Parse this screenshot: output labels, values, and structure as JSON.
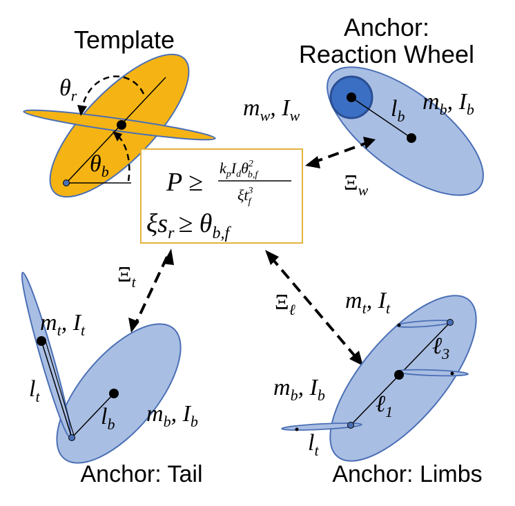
{
  "titles": {
    "template": "Template",
    "reaction_wheel_line1": "Anchor:",
    "reaction_wheel_line2": "Reaction Wheel",
    "tail": "Anchor: Tail",
    "limbs": "Anchor: Limbs"
  },
  "template_labels": {
    "theta_r": "θ",
    "theta_r_sub": "r",
    "theta_b": "θ",
    "theta_b_sub": "b"
  },
  "equations": {
    "line1_lhs": "P ≥",
    "num_kp": "k",
    "num_kp_sub": "p",
    "num_I": "I",
    "num_I_sub": "d",
    "num_theta": "θ",
    "num_theta_sup": "2",
    "num_theta_sub": "b,f",
    "den_xi": "ξt",
    "den_sup": "3",
    "den_sub": "f",
    "line2_xi": "ξs",
    "line2_sub_r": "r",
    "line2_geq": "≥ θ",
    "line2_sub_bf": "b,f"
  },
  "arrows": {
    "xi_w": "Ξ",
    "xi_w_sub": "w",
    "xi_t": "Ξ",
    "xi_t_sub": "t",
    "xi_l": "Ξ",
    "xi_l_sub": "ℓ"
  },
  "reaction_wheel_labels": {
    "mw": "m",
    "mw_sub": "w",
    "Iw": ", I",
    "Iw_sub": "w",
    "lb": "l",
    "lb_sub": "b",
    "mb": "m",
    "mb_sub": "b",
    "Ib": ", I",
    "Ib_sub": "b"
  },
  "tail_labels": {
    "mt": "m",
    "mt_sub": "t",
    "It": ", I",
    "It_sub": "t",
    "lt": "l",
    "lt_sub": "t",
    "lb": "l",
    "lb_sub": "b",
    "mb": "m",
    "mb_sub": "b",
    "Ib": ", I",
    "Ib_sub": "b"
  },
  "limbs_labels": {
    "mt": "m",
    "mt_sub": "t",
    "It": ", I",
    "It_sub": "t",
    "l3": "ℓ",
    "l3_sub": "3",
    "mb": "m",
    "mb_sub": "b",
    "Ib": ", I",
    "Ib_sub": "b",
    "l1": "ℓ",
    "l1_sub": "1",
    "lt": "l",
    "lt_sub": "t"
  },
  "colors": {
    "template_fill": "#F5B414",
    "template_stroke": "#4A6FB5",
    "body_fill": "#A9BEE3",
    "body_stroke": "#4A6FB5",
    "wheel_fill": "#3B6FC4",
    "wheel_stroke": "#2A4E93",
    "box_stroke": "#E3B23C",
    "ink": "#000000"
  }
}
